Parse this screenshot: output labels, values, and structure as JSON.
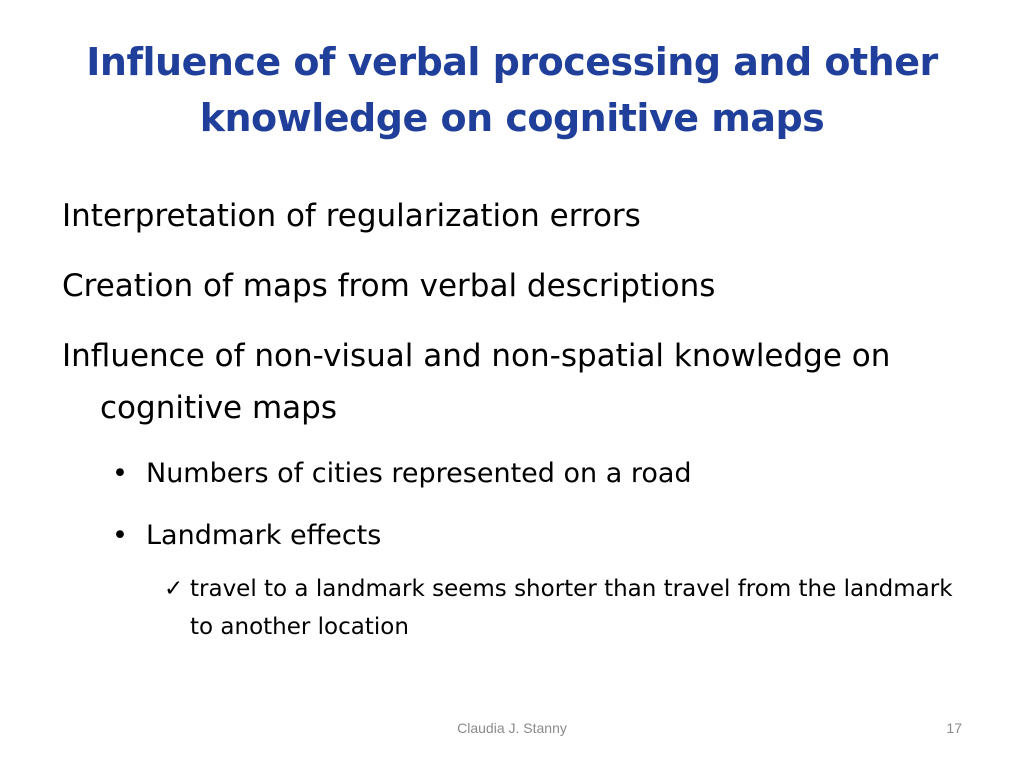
{
  "slide": {
    "title": "Influence of verbal processing and other knowledge on cognitive maps",
    "points": [
      "Interpretation of regularization errors",
      "Creation of maps from verbal descriptions",
      "Influence of non-visual and non-spatial knowledge on cognitive maps"
    ],
    "subpoints": [
      "Numbers of cities represented on a road",
      "Landmark effects"
    ],
    "bullet_glyph": "•",
    "check_glyph": "✓",
    "detail": "travel to a landmark seems shorter than travel from the landmark to another location",
    "title_color": "#1f3f9a",
    "check_icon": "checkmark-icon",
    "bullet_icon": "bullet-icon"
  },
  "footer": {
    "author": "Claudia J. Stanny",
    "page_number": "17"
  }
}
